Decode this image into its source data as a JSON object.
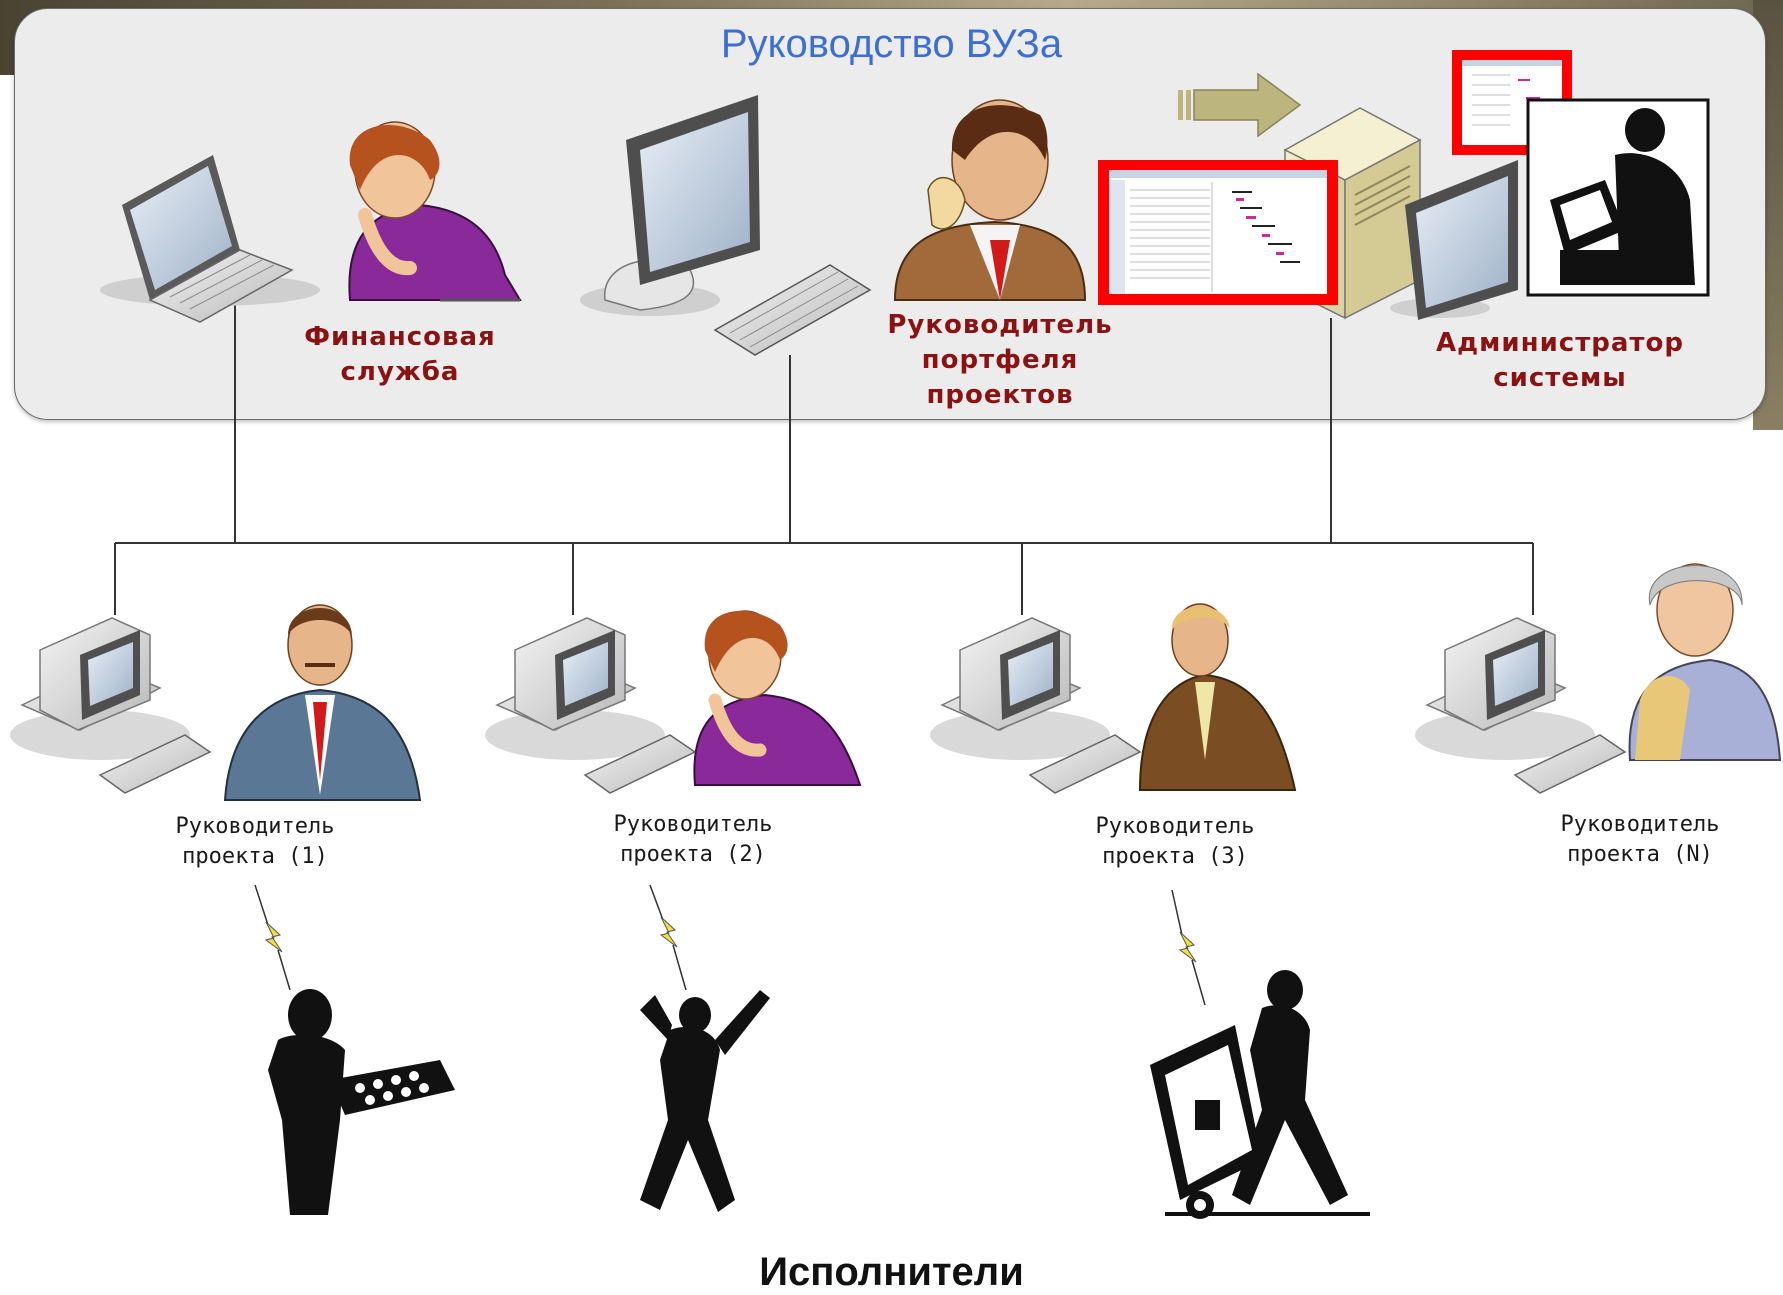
{
  "panel": {
    "title": "Руководство ВУЗа"
  },
  "top_roles": {
    "finance": "Финансовая\nслужба",
    "portfolio_manager": "Руководитель\nпортфеля\nпроектов",
    "admin": "Администратор\nсистемы"
  },
  "project_managers": [
    "Руководитель\nпроекта (1)",
    "Руководитель\nпроекта (2)",
    "Руководитель\nпроекта (3)",
    "Руководитель\nпроекта (N)"
  ],
  "executors_label": "Исполнители",
  "colors": {
    "title_blue": "#3d6fd3",
    "role_label": "#8a1212",
    "highlight_red": "#ff0000",
    "arrow_khaki": "#bdb57e",
    "purple_shirt": "#8a2a9a"
  }
}
